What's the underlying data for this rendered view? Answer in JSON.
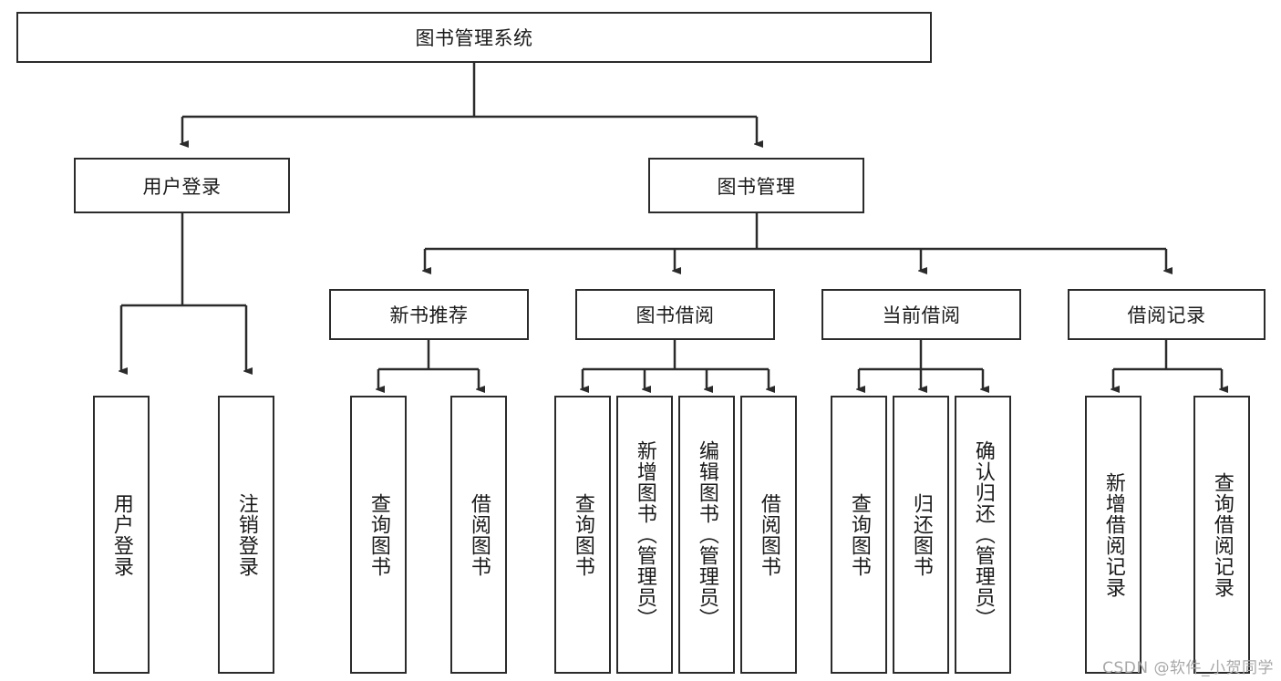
{
  "diagram": {
    "title": "图书管理系统",
    "type": "tree-hierarchy-diagram",
    "colors": {
      "line": "#2b2b2b",
      "box_fill": "#ffffff",
      "text": "#1a1a1a",
      "watermark": "#a8a8a8"
    },
    "root": {
      "label": "图书管理系统"
    },
    "level2": [
      {
        "label": "用户登录"
      },
      {
        "label": "图书管理"
      }
    ],
    "level3": [
      {
        "label": "新书推荐"
      },
      {
        "label": "图书借阅"
      },
      {
        "label": "当前借阅"
      },
      {
        "label": "借阅记录"
      }
    ],
    "leaves": {
      "user_login": [
        {
          "label": "用户登录"
        },
        {
          "label": "注销登录"
        }
      ],
      "new_book_recommend": [
        {
          "label": "查询图书"
        },
        {
          "label": "借阅图书"
        }
      ],
      "book_borrow": [
        {
          "label": "查询图书"
        },
        {
          "label": "新增图书（管理员）"
        },
        {
          "label": "编辑图书（管理员）"
        },
        {
          "label": "借阅图书"
        }
      ],
      "current_borrow": [
        {
          "label": "查询图书"
        },
        {
          "label": "归还图书"
        },
        {
          "label": "确认归还（管理员）"
        }
      ],
      "borrow_record": [
        {
          "label": "新增借阅记录"
        },
        {
          "label": "查询借阅记录"
        }
      ]
    }
  },
  "watermark": {
    "text": "CSDN @软件_小贺同学"
  }
}
